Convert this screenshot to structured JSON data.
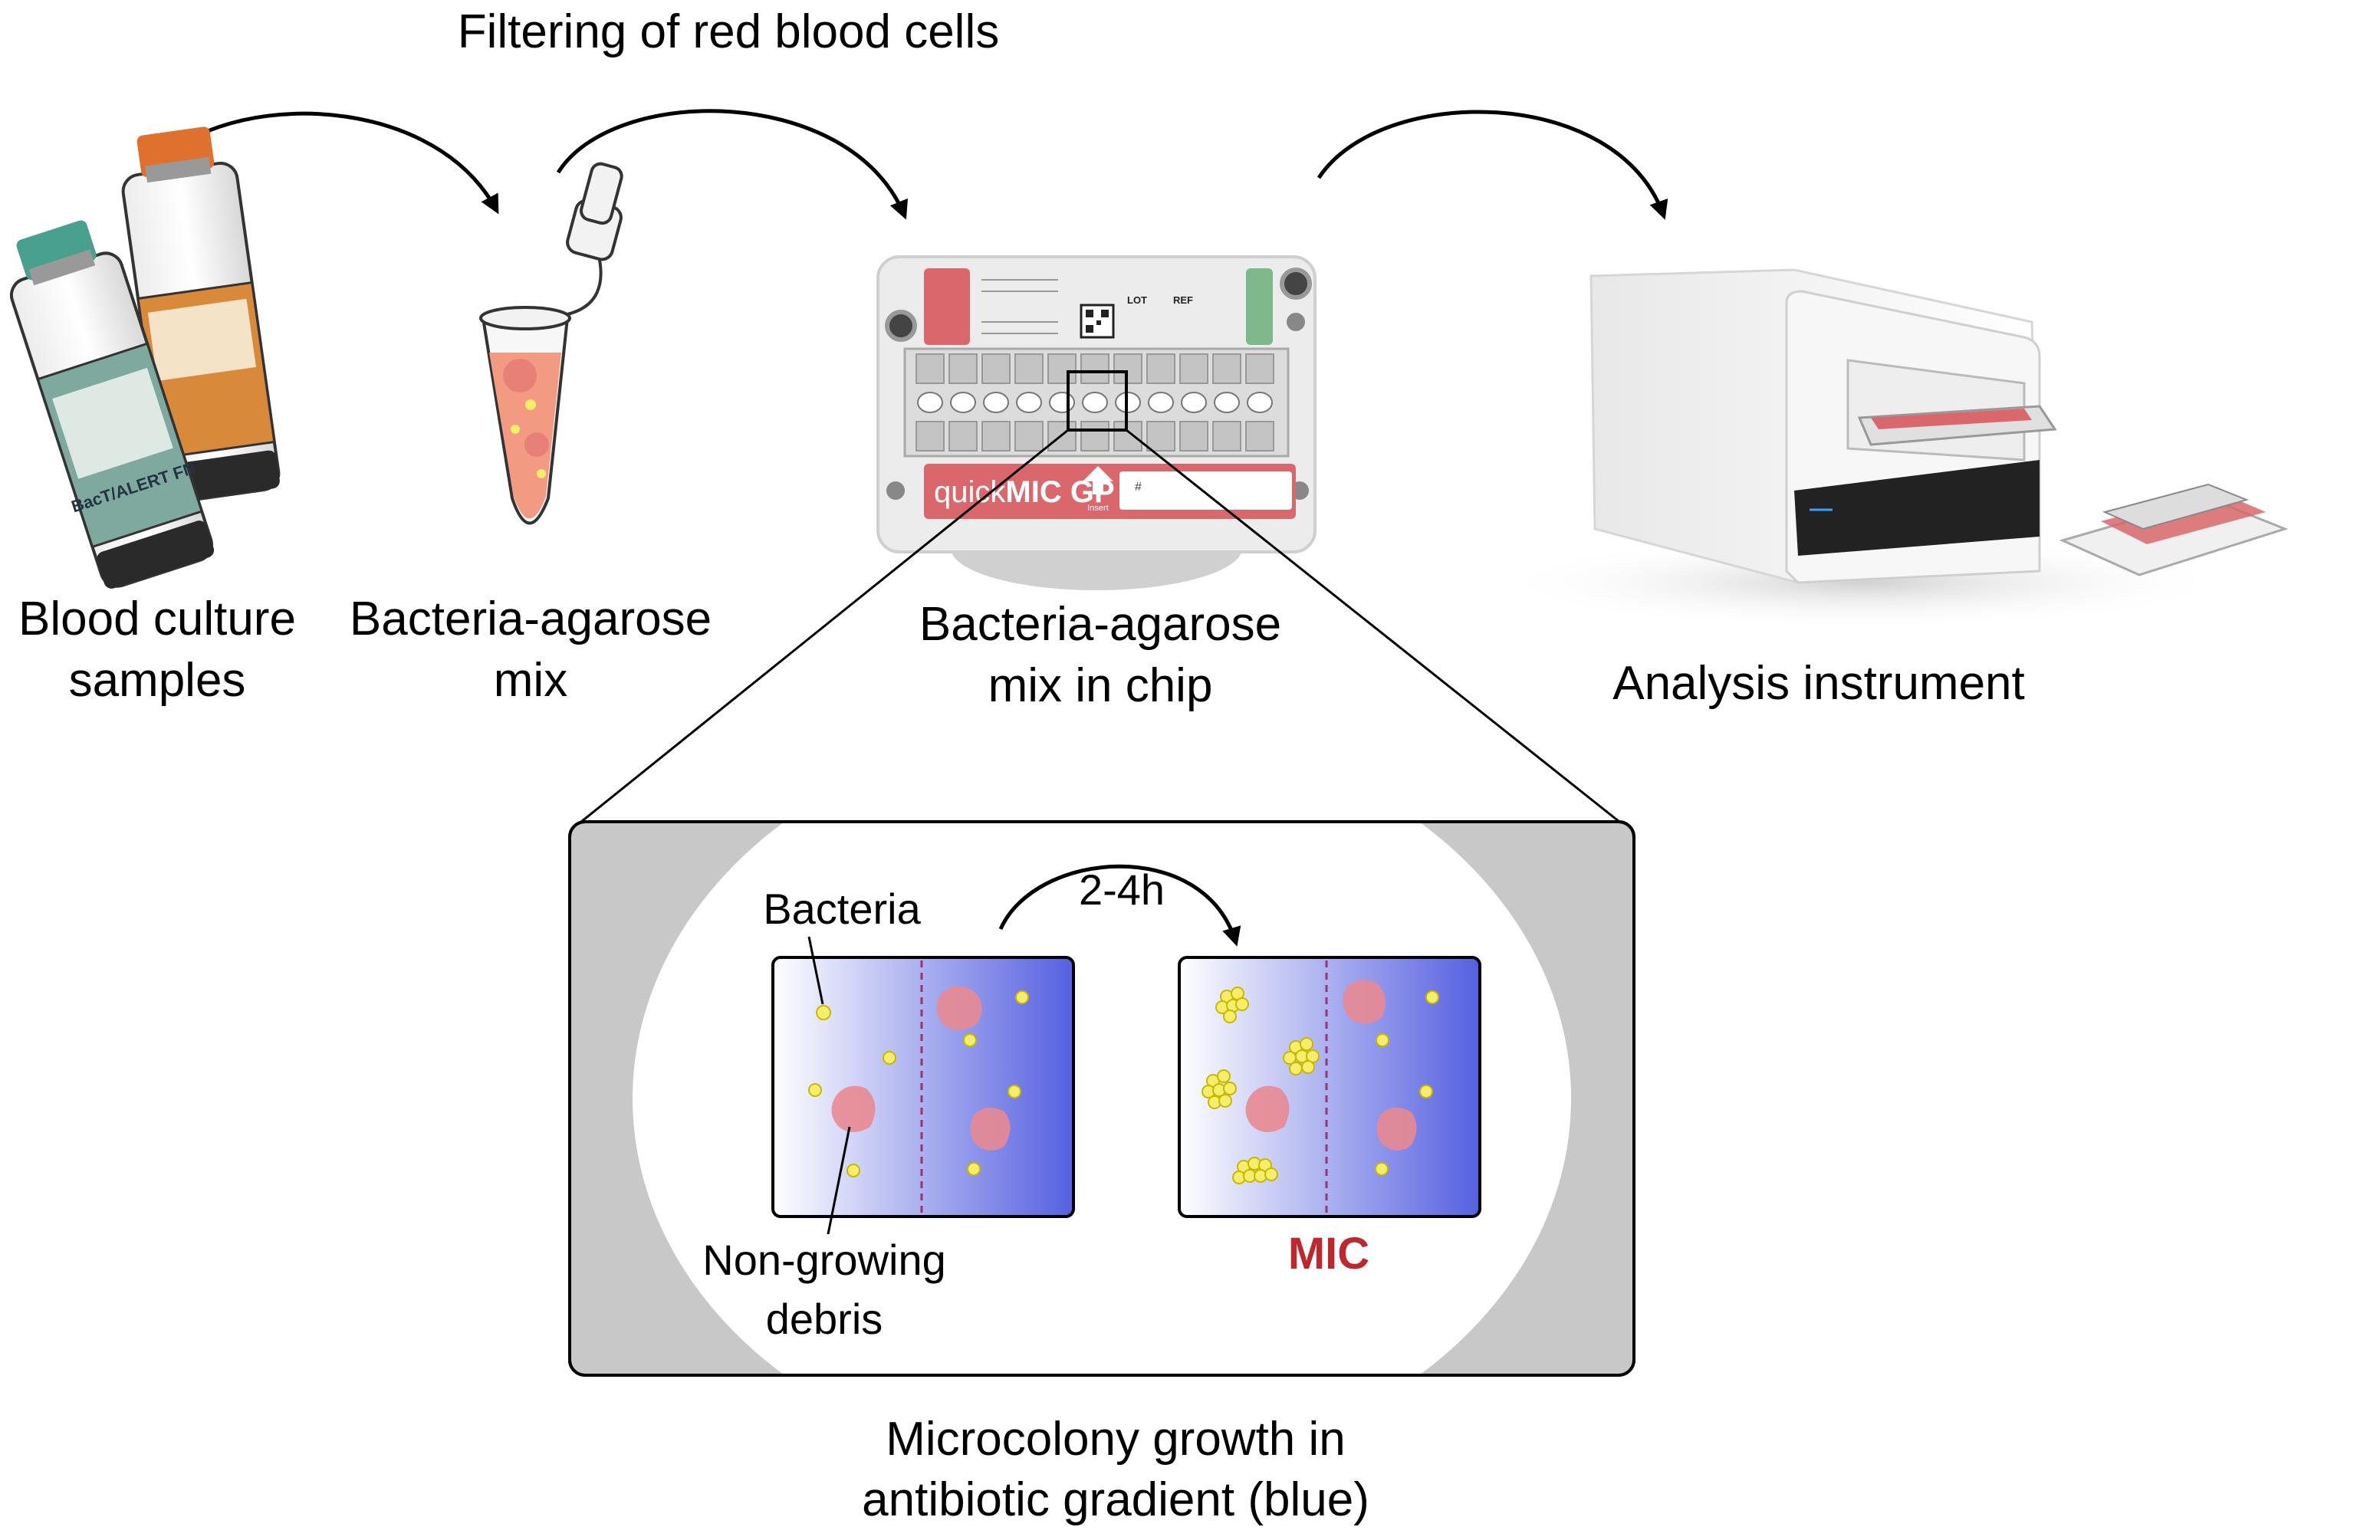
{
  "title": "Filtering of red blood cells",
  "steps": {
    "blood": {
      "line1": "Blood culture",
      "line2": "samples",
      "bottle_text": "BacT/ALERT FN"
    },
    "mix": {
      "line1": "Bacteria-agarose",
      "line2": "mix"
    },
    "chip": {
      "line1": "Bacteria-agarose",
      "line2": "mix in chip",
      "product_name_light": "quick",
      "product_name_bold": "MIC GP",
      "insert_label": "Insert",
      "lot_label": "LOT",
      "ref_label": "REF",
      "hash_label": "#"
    },
    "instrument": {
      "label": "Analysis instrument"
    }
  },
  "zoom": {
    "bacteria_label": "Bacteria",
    "debris_line1": "Non-growing",
    "debris_line2": "debris",
    "time_label": "2-4h",
    "mic_label": "MIC",
    "caption_line1": "Microcolony growth in",
    "caption_line2": "antibiotic gradient (blue)"
  },
  "colors": {
    "mic_red": "#c0262d",
    "gradient_blue": "#5560e0",
    "bacteria_yellow": "#f5ee6a",
    "debris_pink": "#e88a92",
    "chip_red": "#d9676b",
    "chip_green": "#7fb88a",
    "cap_teal": "#4aa08e",
    "cap_orange": "#e0702e",
    "tube_fill": "#f29a82",
    "zoom_grey": "#c8c8c8"
  }
}
